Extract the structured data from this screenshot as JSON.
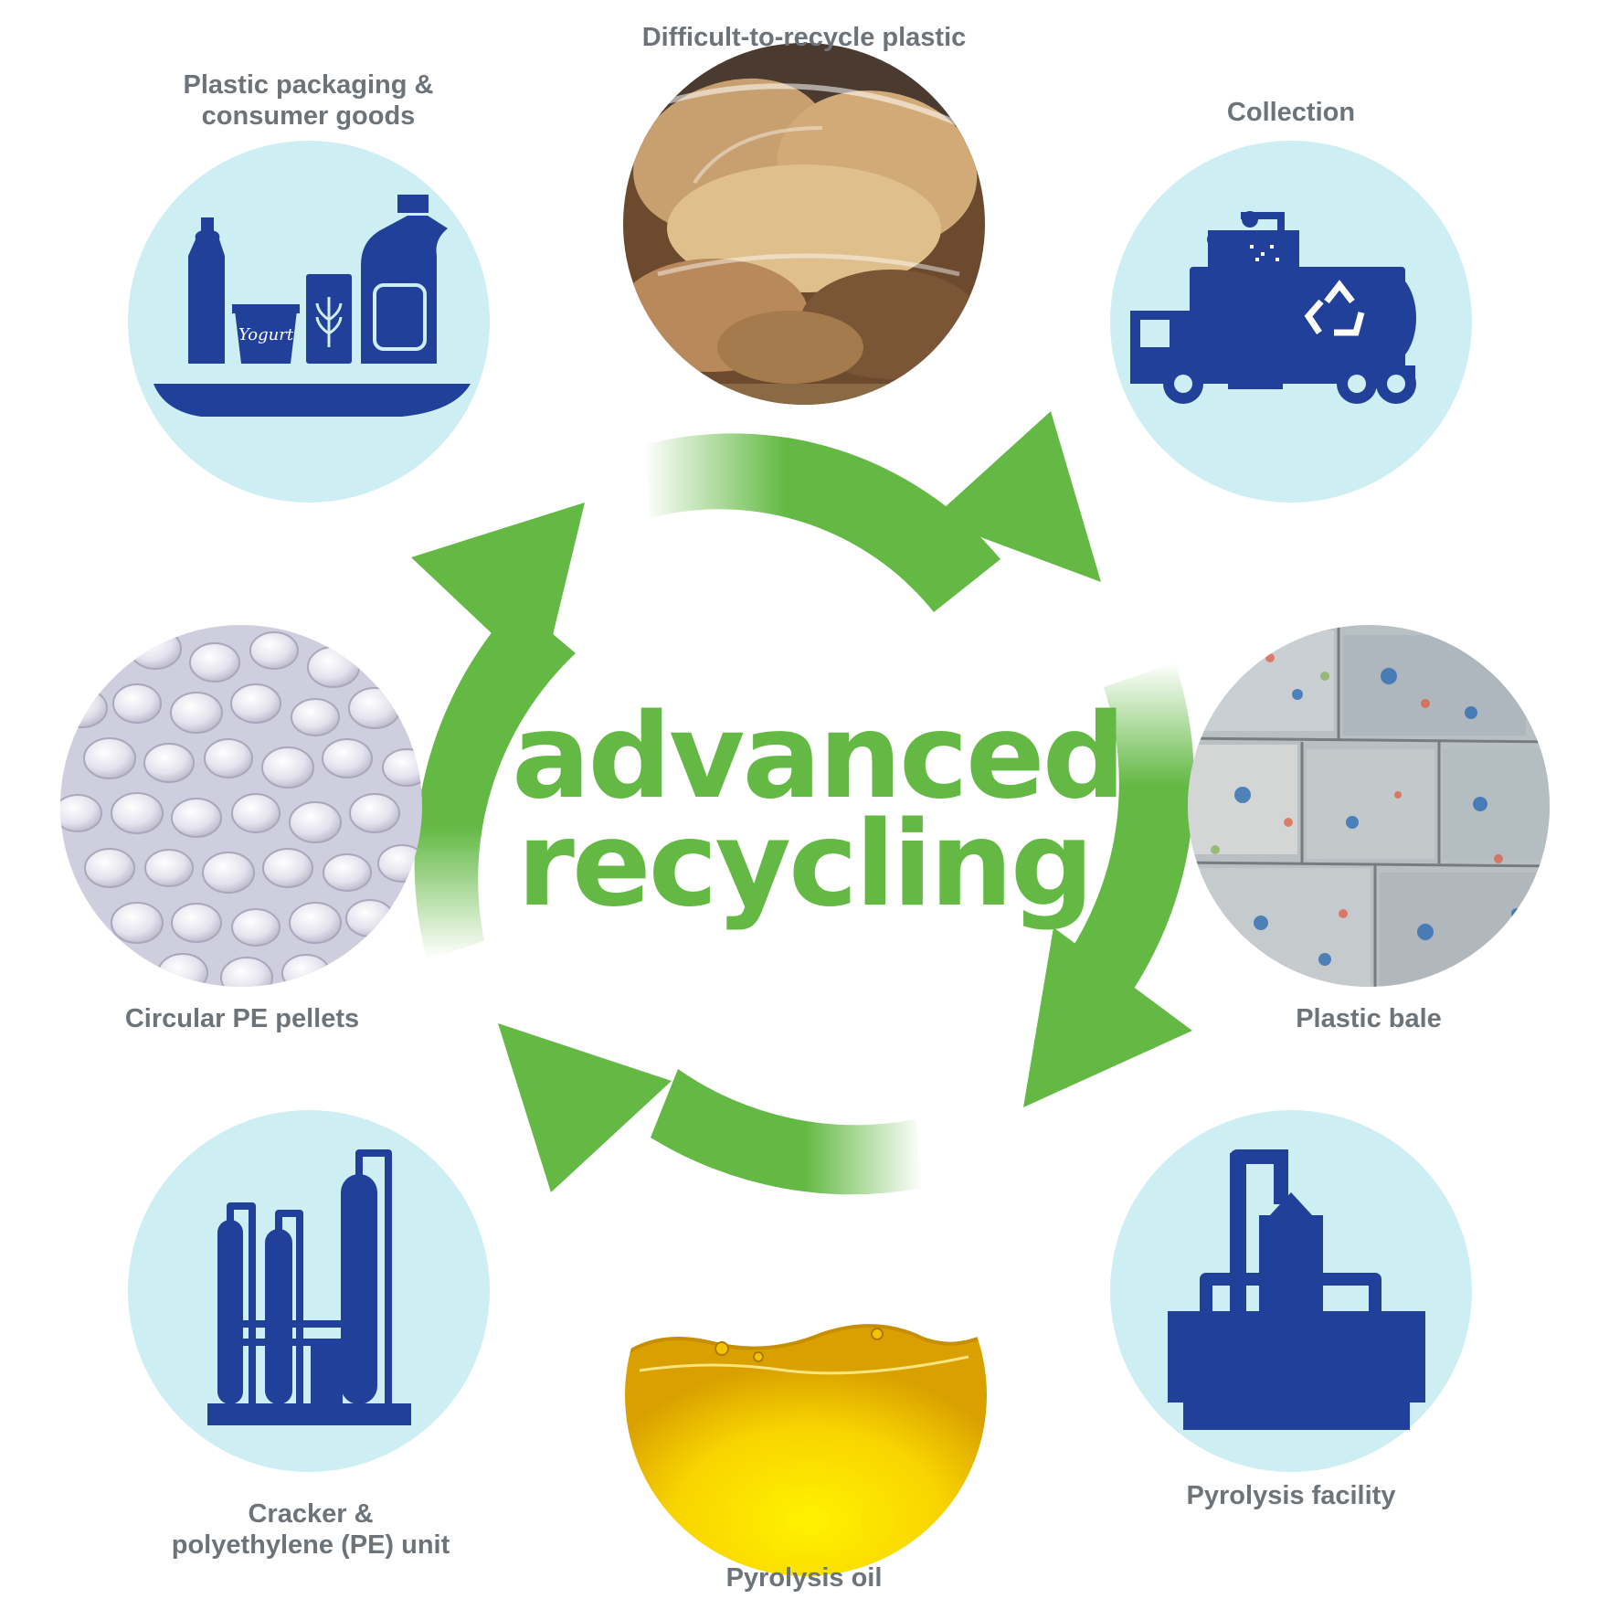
{
  "title": {
    "line1": "advanced",
    "line2": "recycling"
  },
  "colors": {
    "arrow_green": "#63b944",
    "icon_blue": "#21409a",
    "circle_light_blue": "#cdeef2",
    "label_gray": "#6d7479"
  },
  "steps": [
    {
      "id": "difficult-to-recycle",
      "lines": [
        "Difficult-to-recycle plastic"
      ],
      "visual": "photo-bread-in-plastic-bags"
    },
    {
      "id": "collection",
      "lines": [
        "Collection"
      ],
      "visual": "recycling-truck-icon"
    },
    {
      "id": "plastic-bale",
      "lines": [
        "Plastic bale"
      ],
      "visual": "photo-compressed-plastic-bales"
    },
    {
      "id": "pyrolysis-facility",
      "lines": [
        "Pyrolysis facility"
      ],
      "visual": "pyrolysis-reactor-icon"
    },
    {
      "id": "pyrolysis-oil",
      "lines": [
        "Pyrolysis oil"
      ],
      "visual": "photo-yellow-oil"
    },
    {
      "id": "cracker-pe-unit",
      "lines": [
        "Cracker &",
        "polyethylene (PE) unit"
      ],
      "visual": "refinery-columns-icon"
    },
    {
      "id": "circular-pe-pellets",
      "lines": [
        "Circular PE pellets"
      ],
      "visual": "photo-clear-pellets"
    },
    {
      "id": "packaging-goods",
      "lines": [
        "Plastic packaging &",
        "consumer goods"
      ],
      "visual": "packaging-and-kayak-icon"
    }
  ],
  "icon_text": {
    "yogurt": "Yogurt"
  }
}
